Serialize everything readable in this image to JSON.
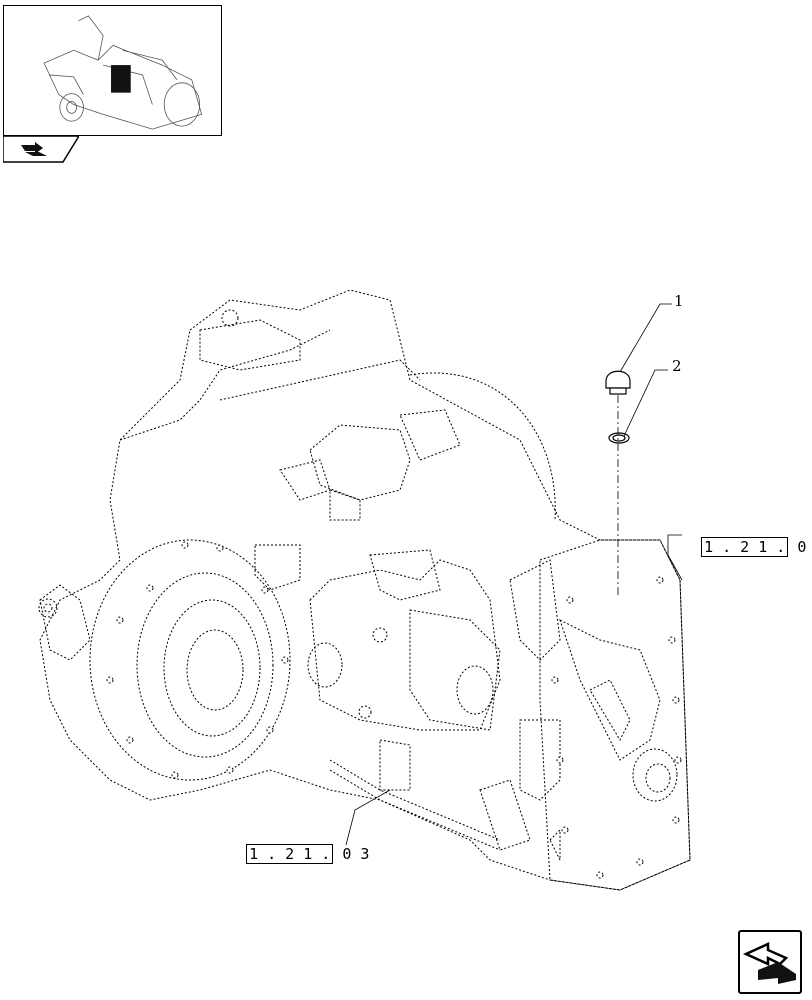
{
  "thumbnail": {
    "icon": "tractor-transmission-overview-thumbnail"
  },
  "nav_tab": {
    "icon": "book-arrow-icon"
  },
  "callouts": {
    "part_1": "1",
    "part_2": "2"
  },
  "references": {
    "top_right": {
      "prefix": "1 . 2 1 .",
      "suffix": " 0"
    },
    "bottom_left": {
      "prefix": "1 . 2 1 .",
      "suffix": " 0 3"
    }
  },
  "next_page": {
    "icon": "next-page-arrow-icon"
  }
}
